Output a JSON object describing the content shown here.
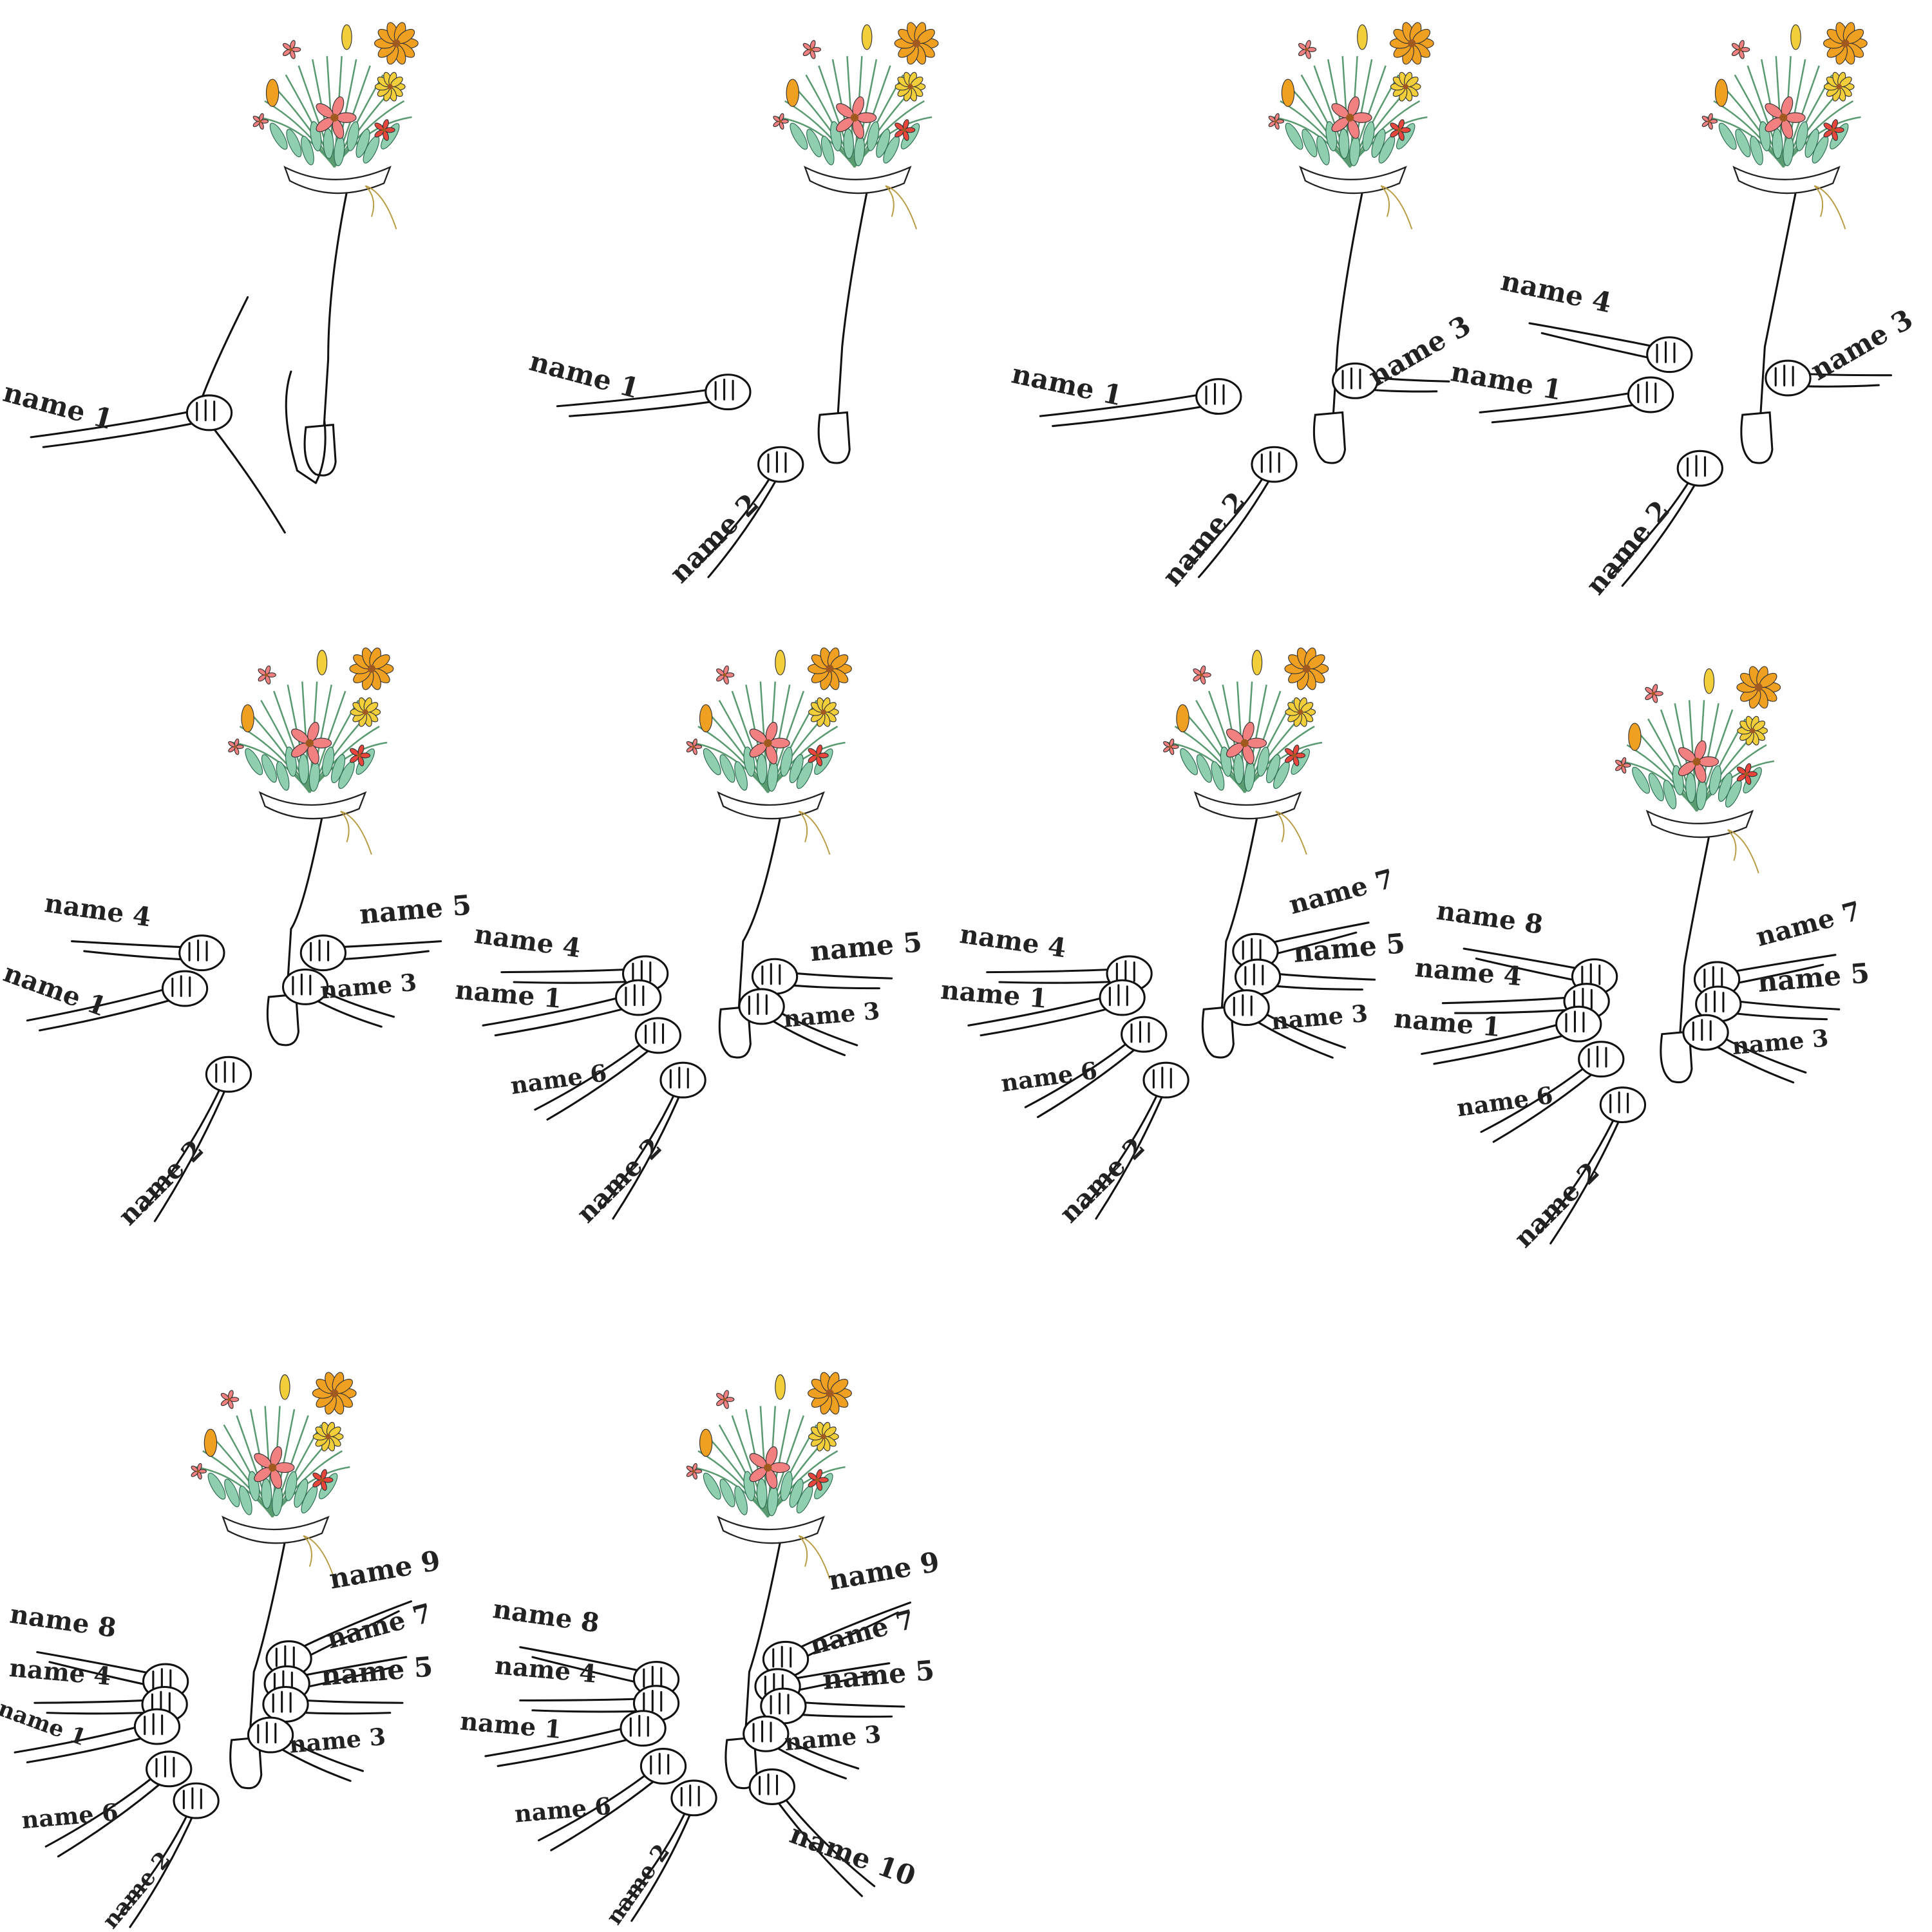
{
  "icons": {
    "bouquet": "flower-bouquet-icon",
    "hand": "hand-icon"
  },
  "colors": {
    "orange": "#f0a020",
    "yellow": "#f2cf3a",
    "pink": "#f28080",
    "red": "#e8463c",
    "leaf": "#8fcfb0",
    "stem": "#5a9a70",
    "ink": "#111111"
  },
  "panels": [
    {
      "labels": [
        "name 1"
      ]
    },
    {
      "labels": [
        "name 1",
        "name 2"
      ]
    },
    {
      "labels": [
        "name 1",
        "name 2",
        "name 3"
      ]
    },
    {
      "labels": [
        "name 4",
        "name 1",
        "name 2",
        "name 3"
      ]
    },
    {
      "labels": [
        "name 4",
        "name 5",
        "name 1",
        "name 3",
        "name 2"
      ]
    },
    {
      "labels": [
        "name 4",
        "name 5",
        "name 1",
        "name 3",
        "name 6",
        "name 2"
      ]
    },
    {
      "labels": [
        "name 4",
        "name 7",
        "name 5",
        "name 1",
        "name 3",
        "name 6",
        "name 2"
      ]
    },
    {
      "labels": [
        "name 8",
        "name 7",
        "name 4",
        "name 5",
        "name 1",
        "name 3",
        "name 6",
        "name 2"
      ]
    },
    {
      "labels": [
        "name 9",
        "name 8",
        "name 7",
        "name 4",
        "name 5",
        "name 1",
        "name 3",
        "name 6",
        "name 2"
      ]
    },
    {
      "labels": [
        "name 9",
        "name 8",
        "name 7",
        "name 4",
        "name 5",
        "name 1",
        "name 3",
        "name 6",
        "name 2",
        "name 10"
      ]
    }
  ]
}
